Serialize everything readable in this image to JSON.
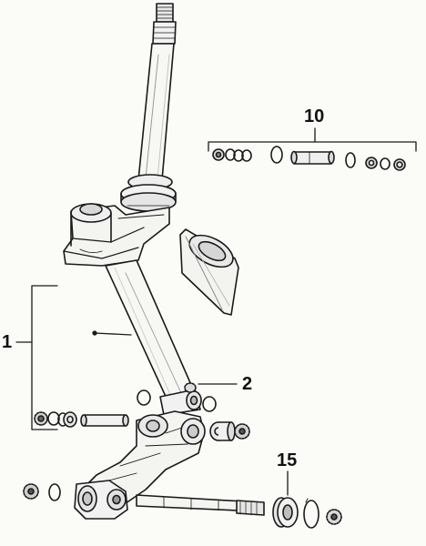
{
  "diagram": {
    "callouts": [
      {
        "id": "c1",
        "label": "1"
      },
      {
        "id": "c2",
        "label": "2"
      },
      {
        "id": "c10",
        "label": "10"
      },
      {
        "id": "c15",
        "label": "15"
      }
    ],
    "colors": {
      "line": "#1a1a1a",
      "paper": "#fbfbf8",
      "shade": "#9a9a9a"
    }
  }
}
